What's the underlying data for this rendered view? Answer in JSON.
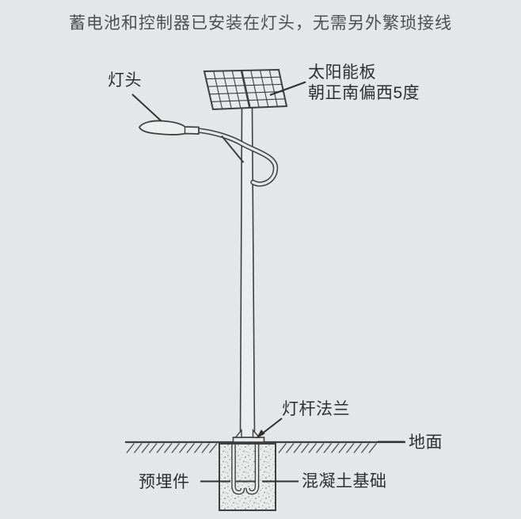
{
  "page": {
    "background_color": "#e5e6e7",
    "line_color": "#3f3f3f",
    "description_type": "solar street light installation diagram"
  },
  "heading": {
    "text": "蓄电池和控制器已安装在灯头，无需另外繁琐接线"
  },
  "labels": {
    "lamp_head": "灯头",
    "solar_panel_line1": "太阳能板",
    "solar_panel_line2": "朝正南偏西5度",
    "pole_flange": "灯杆法兰",
    "ground": "地面",
    "embedded_part": "预埋件",
    "concrete_foundation": "混凝土基础"
  },
  "diagram": {
    "components": [
      "solar-panel (8 columns x 5 rows grid, tilted)",
      "lamp-head on curved arm with loop",
      "tapered pole",
      "pole flange with gussets at ground level",
      "ground line with hatching",
      "concrete foundation block with stipple texture",
      "two embedded J-anchor-bolts connected by plate"
    ]
  }
}
